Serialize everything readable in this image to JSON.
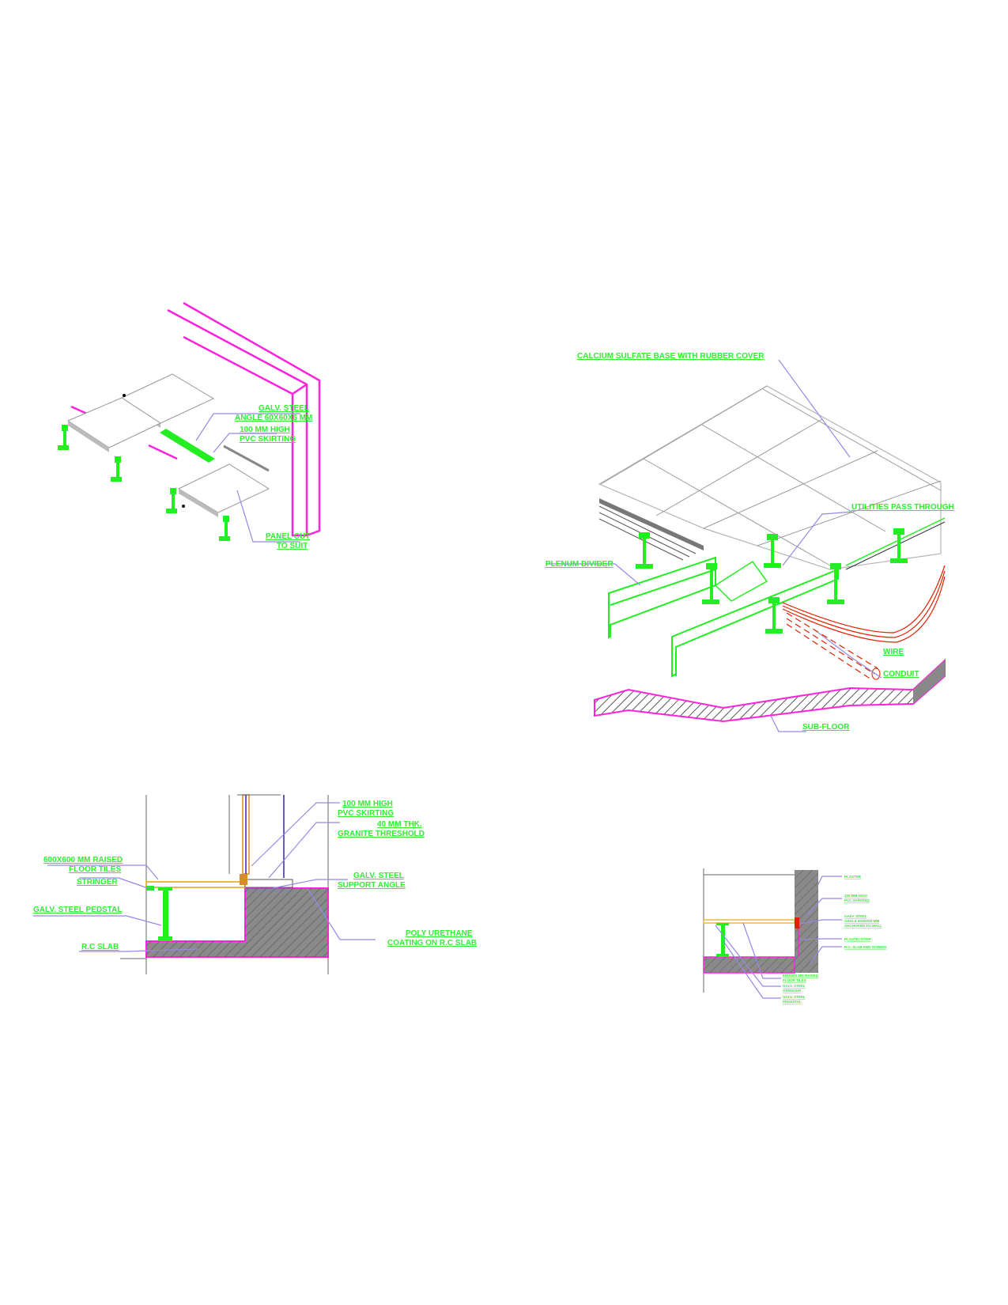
{
  "colors": {
    "green": "#22ee22",
    "label": "#33ee33",
    "leader": "#9a86e6",
    "magenta": "#ff22dd",
    "red": "#dd2200",
    "grey": "#9a9a9a",
    "slab": "#8a8a8a",
    "tile_edge": "#e8b94a"
  },
  "iso_skirting": {
    "label_angle_line1": "GALV. STEEL",
    "label_angle_line2": "ANGLE 60X60X6 MM",
    "label_skirting_line1": "100 MM HIGH",
    "label_skirting_line2": "PVC SKIRTING",
    "label_panel_line1": "PANEL CUT",
    "label_panel_line2": "TO SUIT"
  },
  "iso_system": {
    "label_calcium": "CALCIUM SULFATE BASE WITH RUBBER COVER",
    "label_utilities": "UTILITIES PASS THROUGH",
    "label_plenum": "PLENUM DIVIDER",
    "label_wire": "WIRE",
    "label_conduit": "CONDUIT",
    "label_subfloor": "SUB-FLOOR"
  },
  "section_threshold": {
    "label_skirting_line1": "100 MM HIGH",
    "label_skirting_line2": "PVC SKIRTING",
    "label_granite_line1": "40 MM THK.",
    "label_granite_line2": "GRANITE THRESHOLD",
    "label_tiles_line1": "600X600 MM RAISED",
    "label_tiles_line2": "FLOOR TILES",
    "label_stringer": "STRINGER",
    "label_support_line1": "GALV. STEEL",
    "label_support_line2": "SUPPORT ANGLE",
    "label_pedestal": "GALV. STEEL PEDSTAL",
    "label_coating_line1": "POLY URETHANE",
    "label_coating_line2": "COATING ON R.C SLAB",
    "label_slab": "R.C SLAB"
  },
  "section_wall": {
    "label_plaster": "PLASTER",
    "label_skirting_line1": "100 MM HIGH",
    "label_skirting_line2": "PVC SKIRTING",
    "label_angle_line1": "GALV. STEEL",
    "label_angle_line2": "ANGLE 60X60X6 MM",
    "label_angle_line3": "ANCHORED TO WALL",
    "label_plastic": "PLASTIC STRIP",
    "label_slab": "R.C. SLAB AND SCREED",
    "label_tiles_line1": "600X600 MM RAISED",
    "label_tiles_line2": "FLOOR TILES",
    "label_stringer_line1": "GALV. STEEL",
    "label_stringer_line2": "STRINGER",
    "label_pedestal_line1": "GALV. STEEL",
    "label_pedestal_line2": "PEDESTAL"
  }
}
